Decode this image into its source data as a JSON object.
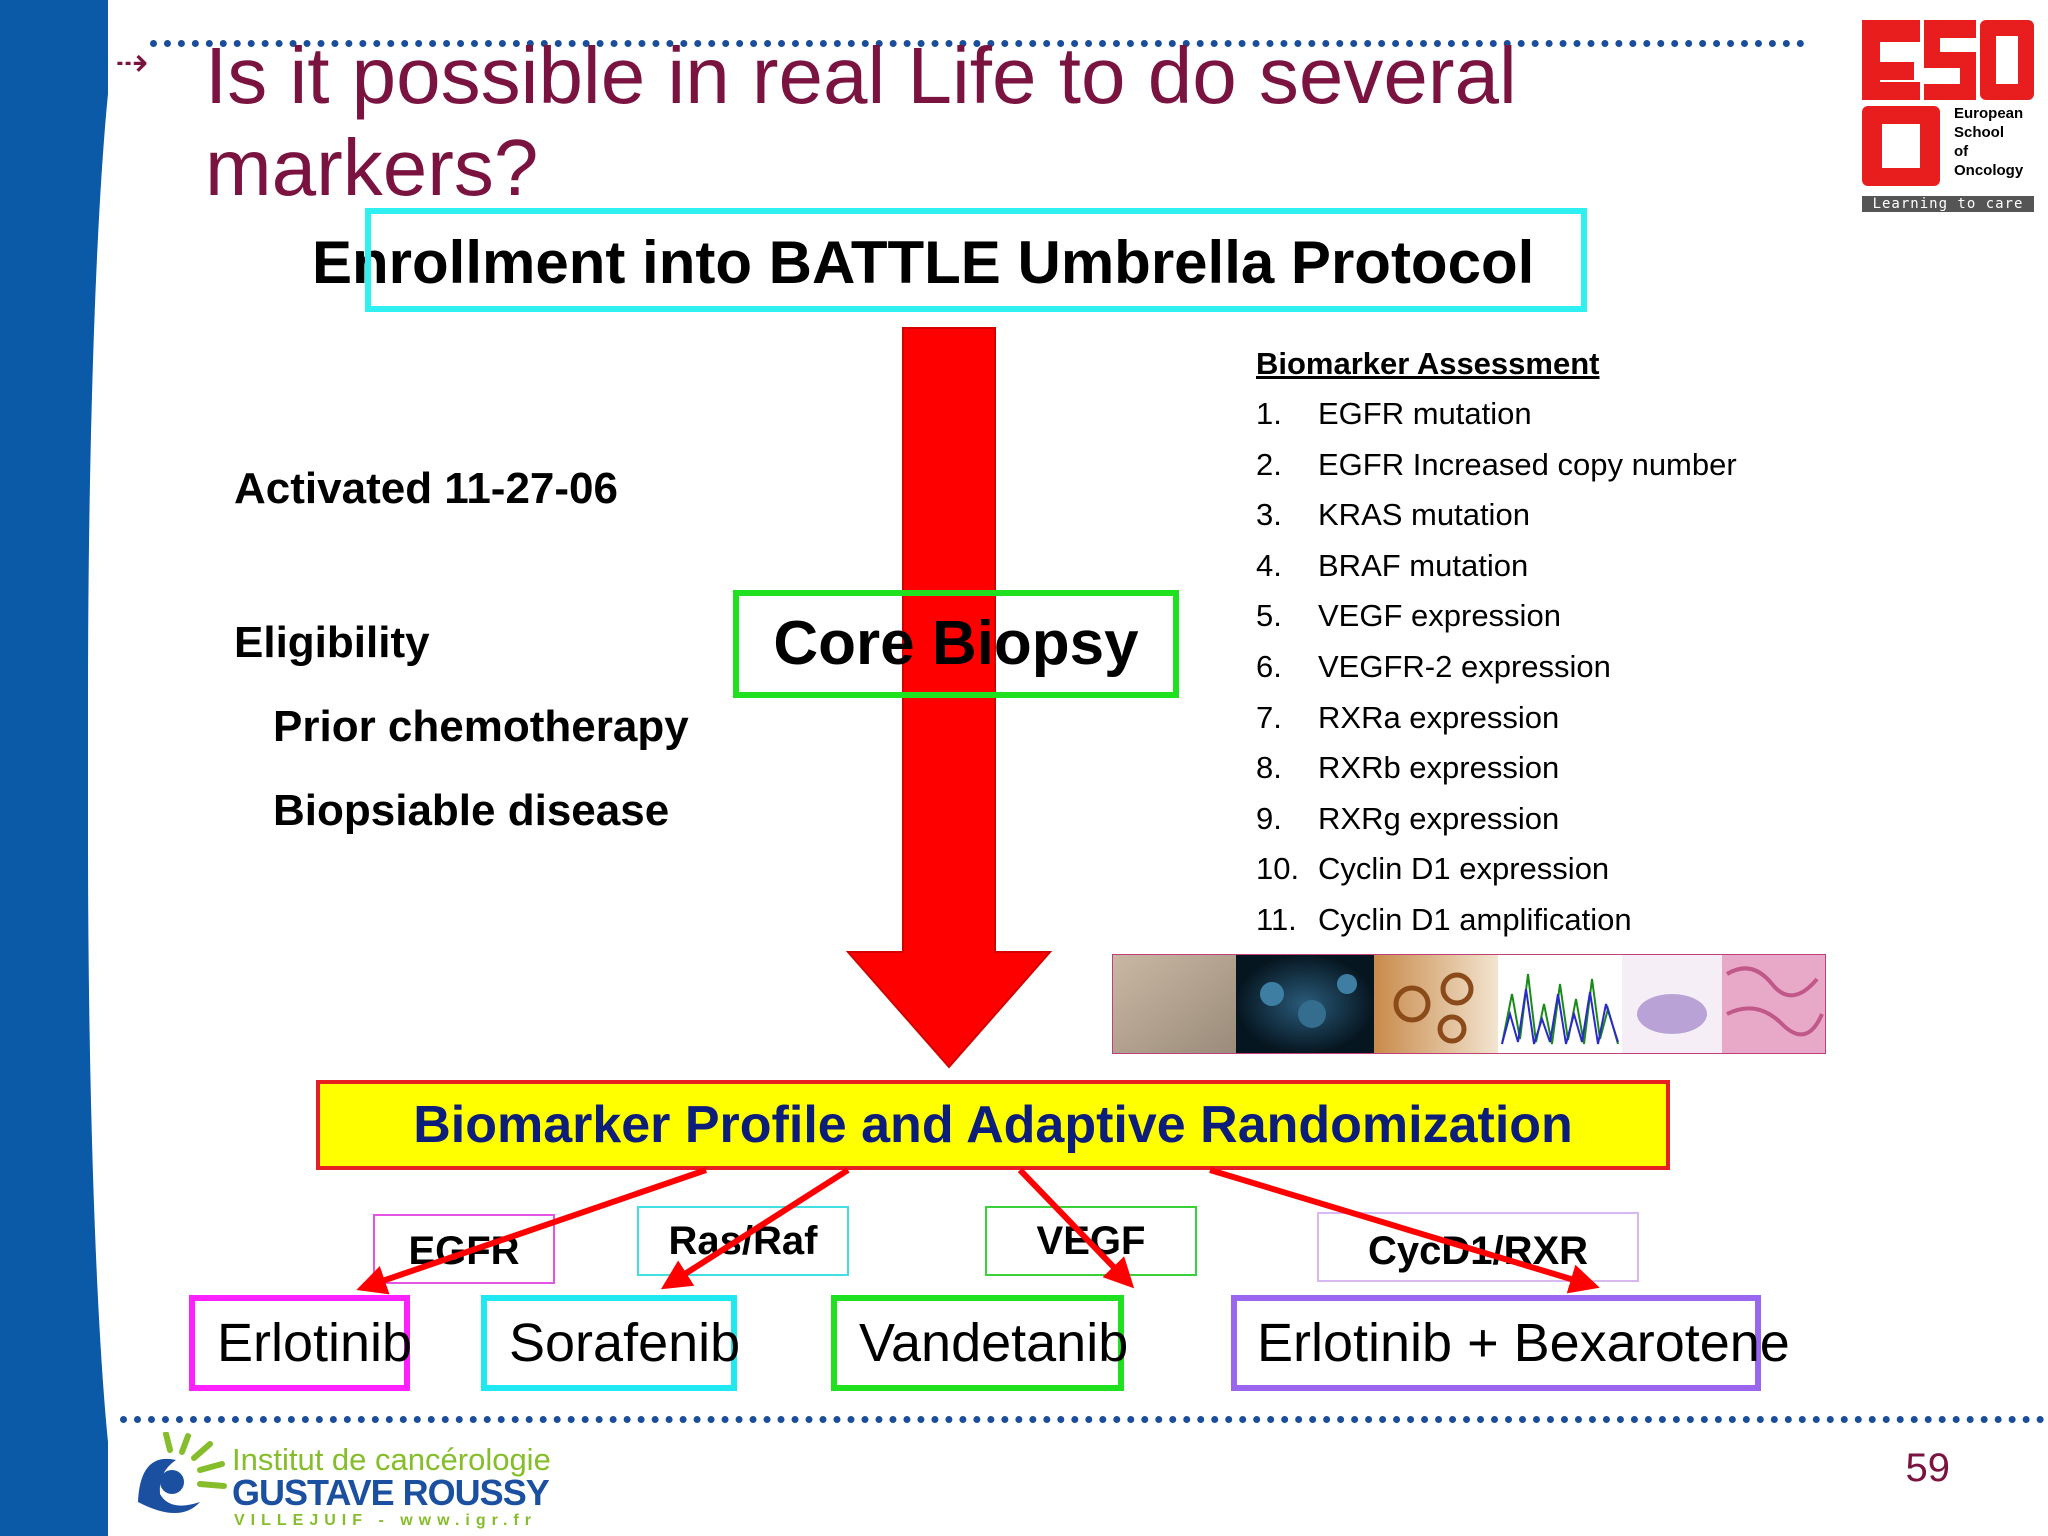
{
  "title": "Is it possible in real Life to do several markers?",
  "subtitle": "Enrollment into BATTLE Umbrella Protocol",
  "activated": "Activated 11-27-06",
  "eligibility": {
    "heading": "Eligibility",
    "items": [
      "Prior chemotherapy",
      "Biopsiable disease"
    ]
  },
  "core_biopsy": "Core Biopsy",
  "biomarker_assessment": {
    "heading": "Biomarker Assessment",
    "items": [
      {
        "num": "1.",
        "label": "EGFR mutation"
      },
      {
        "num": "2.",
        "label": "EGFR Increased copy number"
      },
      {
        "num": "3.",
        "label": "KRAS mutation"
      },
      {
        "num": "4.",
        "label": "BRAF mutation"
      },
      {
        "num": "5.",
        "label": "VEGF expression"
      },
      {
        "num": "6.",
        "label": "VEGFR-2 expression"
      },
      {
        "num": "7.",
        "label": "RXRa expression"
      },
      {
        "num": "8.",
        "label": "RXRb expression"
      },
      {
        "num": "9.",
        "label": "RXRg expression"
      },
      {
        "num": "10.",
        "label": "Cyclin D1 expression"
      },
      {
        "num": "11.",
        "label": "Cyclin D1 amplification"
      }
    ]
  },
  "profile": "Biomarker Profile and Adaptive Randomization",
  "markers": [
    "EGFR",
    "Ras/Raf",
    "VEGF",
    "CycD1/RXR"
  ],
  "drugs": [
    "Erlotinib",
    "Sorafenib",
    "Vandetanib",
    "Erlotinib + Bexarotene"
  ],
  "page_number": "59",
  "eso_logo": {
    "lines": [
      "European",
      "School",
      "of",
      "Oncology"
    ],
    "tagline": "Learning to care"
  },
  "gr_logo": {
    "line1": "Institut de cancérologie",
    "line2": "GUSTAVE ROUSSY",
    "line3": "VILLEJUIF - www.igr.fr"
  },
  "colors": {
    "title": "#7a1340",
    "arrow": "#ff0000",
    "sidebar": "#0b5aa8",
    "profile_bg": "#ffff00",
    "profile_text": "#0c1d7a"
  }
}
